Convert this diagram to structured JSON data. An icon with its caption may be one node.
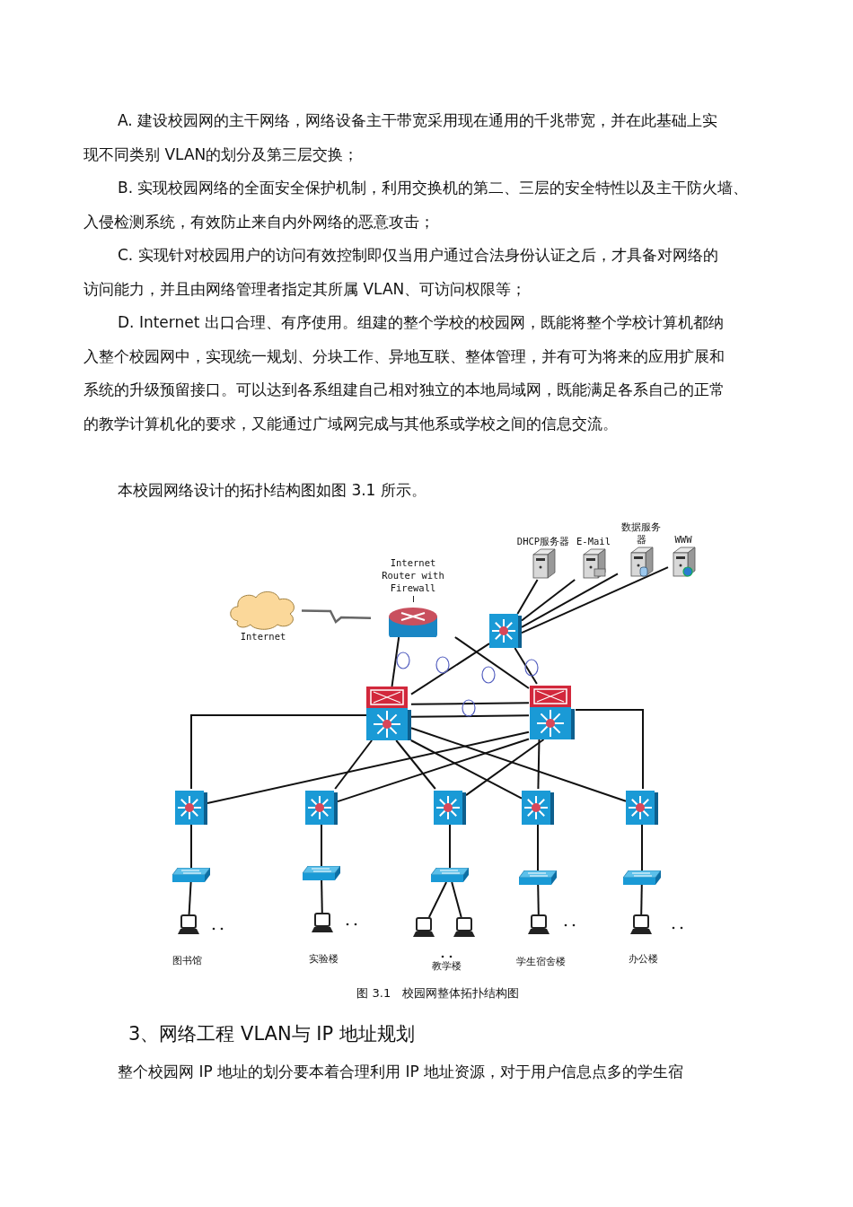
{
  "diagram": {
    "caption": "图 3.1   校园网整体拓扑结构图",
    "nodes": [
      {
        "text": [
          "Internet"
        ]
      },
      {
        "text": [
          "Internet Router with Firewall"
        ]
      },
      {
        "text": [],
        "shape": "box"
      },
      {
        "text": [
          "DHCP服务器"
        ]
      },
      {
        "text": [
          "E-Mail"
        ]
      },
      {
        "text": [
          "数据服务器"
        ]
      },
      {
        "text": [
          "WWW"
        ]
      },
      {
        "text": [],
        "shape": "box"
      },
      {
        "text": [],
        "shape": "box"
      },
      {
        "text": [],
        "shape": "box"
      },
      {
        "text": [],
        "shape": "box"
      },
      {
        "text": [],
        "shape": "box"
      },
      {
        "text": [],
        "shape": "box"
      },
      {
        "text": [],
        "shape": "box"
      },
      {
        "text": [],
        "shape": "box"
      },
      {
        "text": [],
        "shape": "box"
      },
      {
        "text": [],
        "shape": "box"
      },
      {
        "text": [],
        "shape": "box"
      },
      {
        "text": [],
        "shape": "box"
      },
      {
        "text": [],
        "shape": "computer"
      },
      {
        "text": [],
        "shape": "computer"
      },
      {
        "text": [],
        "shape": "computer"
      },
      {
        "text": [],
        "shape": "computer"
      },
      {
        "text": [],
        "shape": "computer"
      },
      {
        "text": [],
        "shape": "computer"
      }
    ],
    "edges": [
      {
        "from": 0,
        "to": 1,
        "arrow": "none",
        "color": "#666666"
      },
      {
        "from": 1,
        "to": 7,
        "arrow": "none"
      },
      {
        "from": 1,
        "to": 8,
        "arrow": "none"
      },
      {
        "from": 2,
        "to": 3,
        "arrow": "none"
      },
      {
        "from": 2,
        "to": 4,
        "arrow": "none"
      },
      {
        "from": 2,
        "to": 5,
        "arrow": "none"
      },
      {
        "from": 2,
        "to": 6,
        "arrow": "none"
      },
      {
        "from": 2,
        "to": 7,
        "arrow": "none"
      },
      {
        "from": 2,
        "to": 8,
        "arrow": "none"
      },
      {
        "from": 7,
        "to": 8,
        "arrow": "none"
      },
      {
        "from": 7,
        "to": 8,
        "arrow": "none"
      },
      {
        "from": 7,
        "to": 9,
        "arrow": "none"
      },
      {
        "from": 7,
        "to": 10,
        "arrow": "none"
      },
      {
        "from": 7,
        "to": 11,
        "arrow": "none"
      },
      {
        "from": 7,
        "to": 12,
        "arrow": "none"
      },
      {
        "from": 7,
        "to": 13,
        "arrow": "none"
      },
      {
        "from": 8,
        "to": 9,
        "arrow": "none"
      },
      {
        "from": 8,
        "to": 10,
        "arrow": "none"
      },
      {
        "from": 8,
        "to": 11,
        "arrow": "none"
      },
      {
        "from": 8,
        "to": 12,
        "arrow": "none"
      },
      {
        "from": 8,
        "to": 13,
        "arrow": "none"
      },
      {
        "from": 9,
        "to": 14,
        "arrow": "none"
      },
      {
        "from": 10,
        "to": 15,
        "arrow": "none"
      },
      {
        "from": 11,
        "to": 16,
        "arrow": "none"
      },
      {
        "from": 12,
        "to": 17,
        "arrow": "none"
      },
      {
        "from": 13,
        "to": 18,
        "arrow": "none"
      },
      {
        "from": 14,
        "to": 19,
        "arrow": "none"
      },
      {
        "from": 15,
        "to": 20,
        "arrow": "none"
      },
      {
        "from": 16,
        "to": 21,
        "arrow": "none"
      },
      {
        "from": 16,
        "to": 22,
        "arrow": "none"
      },
      {
        "from": 17,
        "to": 23,
        "arrow": "none"
      },
      {
        "from": 18,
        "to": 24,
        "arrow": "none"
      }
    ],
    "labels": [
      "A. 建设校园网的主干网络，网络设备主干带宽采用现在通用的千兆带宽，并在此基础上实现不同类别 VLAN的划分及第三层交换；",
      "B. 实现校园网络的全面安全保护机制，利用交换机的第二、三层的安全特性以及主干防火墙、入侵检测系统，有效防止来自内外网络的恶意攻击；",
      "C. 实现针对校园用户的访问有效控制即仅当用户通过合法身份认证之后，才具备对网络的访问能力，并且由网络管理者指定其所属 VLAN、可访问权限等；",
      "D. Internet 出口合理、有序使用。组建的整个学校的校园网，既能将整个学校计算机都纳入整个校园网中，实现统一规划、分块工作、异地互联、整体管理，并有可为将来的应用扩展和系统的升级预留接口。可以达到各系组建自己相对独立的本地局域网，既能满足各系自己的正常的教学计算机化的要求，又能通过广域网完成与其他系或学校之间的信息交流。",
      "本校园网络设计的拓扑结构图如图 3.1 所示。",
      "图书馆",
      "实验楼",
      "教学楼",
      "学生宿舍楼",
      "办公楼",
      "3、网络工程 VLAN与 IP 地址规划",
      "整个校园网 IP 地址的划分要本着合理利用 IP 地址资源，对于用户信息点多的学生宿"
    ]
  }
}
